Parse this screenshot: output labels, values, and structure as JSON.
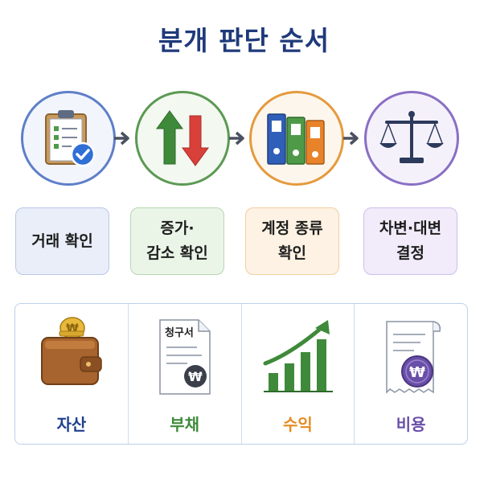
{
  "title": "분개 판단 순서",
  "steps": [
    {
      "icon": "clipboard-check-icon",
      "label": "거래 확인",
      "color": "#5e7fc8"
    },
    {
      "icon": "up-down-arrows-icon",
      "label": "증가·\n감소 확인",
      "color": "#5b9a52"
    },
    {
      "icon": "binders-icon",
      "label": "계정 종류\n확인",
      "color": "#e59a3d"
    },
    {
      "icon": "balance-scale-icon",
      "label": "차변·대변\n결정",
      "color": "#8a6fc4"
    }
  ],
  "step_arrow_icon": "arrow-right-icon",
  "categories": [
    {
      "icon": "wallet-coin-icon",
      "label": "자산",
      "color": "#1f3f8f"
    },
    {
      "icon": "invoice-won-icon",
      "label": "부채",
      "color": "#3e8a3a",
      "doc_title": "청구서"
    },
    {
      "icon": "growth-chart-icon",
      "label": "수익",
      "color": "#e58a1f"
    },
    {
      "icon": "receipt-won-icon",
      "label": "비용",
      "color": "#6a4fa8"
    }
  ],
  "won_symbol": "₩"
}
